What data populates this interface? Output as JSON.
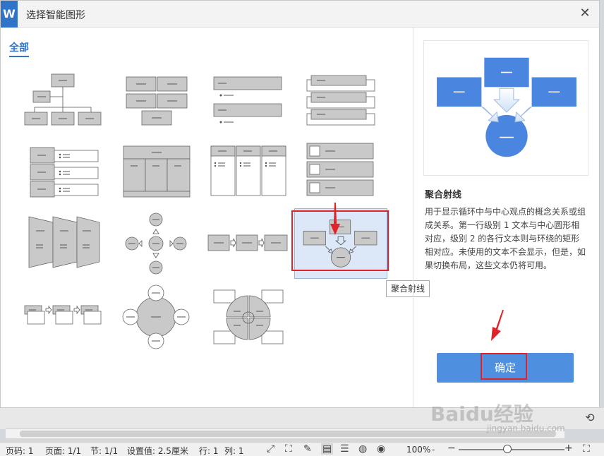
{
  "dialog": {
    "title": "选择智能图形",
    "close_icon": "close-icon",
    "app_logo": "W"
  },
  "tabs": {
    "all": "全部"
  },
  "selected_layout": {
    "name": "聚合射线",
    "description": "用于显示循环中与中心观点的概念关系或组成关系。第一行级别 1 文本与中心圆形相对应，级别 2 的各行文本则与环绕的矩形相对应。未使用的文本不会显示，但是，如果切换布局，这些文本仍将可用。",
    "tooltip": "聚合射线"
  },
  "buttons": {
    "ok": "确定"
  },
  "statusbar": {
    "page_code": "页码: 1",
    "page": "页面: 1/1",
    "section": "节: 1/1",
    "setting": "设置值: 2.5厘米",
    "row": "行: 1",
    "col": "列: 1",
    "zoom": "100%",
    "zoom_dropdown": "-"
  },
  "watermark": {
    "text": "Baidu经验",
    "sub": "jingyan.baidu.com"
  },
  "colors": {
    "accent": "#4f8fe0",
    "highlight": "#e0232b",
    "preview_shape": "#4a86df"
  }
}
